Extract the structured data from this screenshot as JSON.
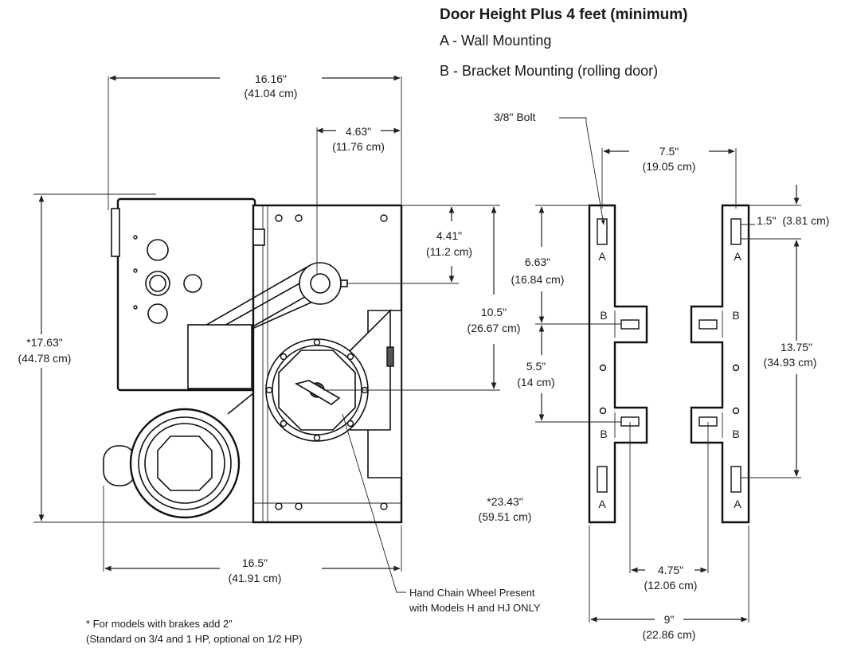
{
  "header": {
    "title": "Door Height Plus 4 feet (minimum)",
    "legend_a": "A - Wall Mounting",
    "legend_b": "B - Bracket Mounting (rolling door)"
  },
  "operator_dims": {
    "overall_width": {
      "in": "16.16\"",
      "cm": "(41.04 cm)"
    },
    "shaft_offset": {
      "in": "4.63\"",
      "cm": "(11.76 cm)"
    },
    "shaft_height": {
      "in": "4.41\"",
      "cm": "(11.2 cm)"
    },
    "sprocket_height": {
      "in": "10.5\"",
      "cm": "(26.67 cm)"
    },
    "overall_height": {
      "in": "*17.63\"",
      "cm": "(44.78 cm)"
    },
    "depth": {
      "in": "*23.43\"",
      "cm": "(59.51 cm)"
    },
    "base_width": {
      "in": "16.5\"",
      "cm": "(41.91 cm)"
    }
  },
  "bracket_dims": {
    "bolt": "3/8\" Bolt",
    "center_spacing": {
      "in": "7.5\"",
      "cm": "(19.05 cm)"
    },
    "top_to_b": {
      "in": "6.63\"",
      "cm": "(16.84 cm)"
    },
    "b_spacing": {
      "in": "5.5\"",
      "cm": "(14 cm)"
    },
    "top_a": {
      "in": "1.5\"",
      "cm": "(3.81 cm)"
    },
    "a_spacing": {
      "in": "13.75\"",
      "cm": "(34.93 cm)"
    },
    "b_offset": {
      "in": "4.75\"",
      "cm": "(12.06 cm)"
    },
    "overall_width": {
      "in": "9\"",
      "cm": "(22.86 cm)"
    }
  },
  "slot_labels": {
    "a": "A",
    "b": "B"
  },
  "callouts": {
    "hand_chain_line1": "Hand Chain Wheel Present",
    "hand_chain_line2": "with Models H and HJ ONLY"
  },
  "footnote": {
    "line1": "* For models with brakes add 2”",
    "line2": "(Standard on 3/4 and 1 HP, optional on 1/2 HP)"
  }
}
